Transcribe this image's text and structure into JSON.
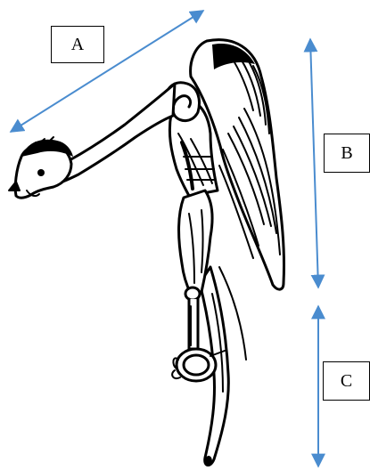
{
  "labels": {
    "a": "A",
    "b": "B",
    "c": "C"
  },
  "colors": {
    "arrow": "#4a8ccf",
    "ink": "#000000",
    "background": "#ffffff"
  },
  "parts": [
    "head-and-neck",
    "body-and-wing",
    "legs-and-tail"
  ],
  "icons": {
    "figure": "bird-sign-drawing",
    "arrows": "double-headed-arrow"
  }
}
